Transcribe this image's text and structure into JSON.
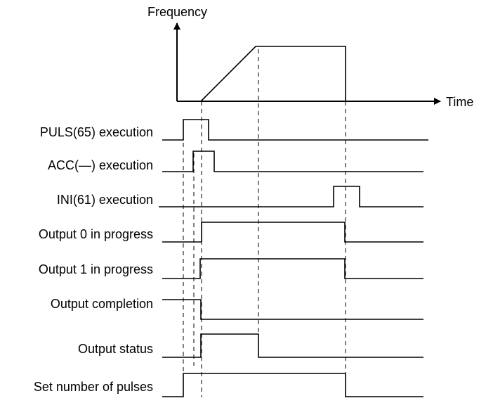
{
  "frequency_chart": {
    "y_axis_label": "Frequency",
    "x_axis_label": "Time"
  },
  "signals": [
    {
      "id": "puls",
      "label": "PULS(65) execution"
    },
    {
      "id": "acc",
      "label": "ACC(—) execution"
    },
    {
      "id": "ini",
      "label": "INI(61) execution"
    },
    {
      "id": "out0",
      "label": "Output 0 in progress"
    },
    {
      "id": "out1",
      "label": "Output 1 in progress"
    },
    {
      "id": "complete",
      "label": "Output completion"
    },
    {
      "id": "status",
      "label": "Output status"
    },
    {
      "id": "pulses",
      "label": "Set number of pulses"
    }
  ]
}
